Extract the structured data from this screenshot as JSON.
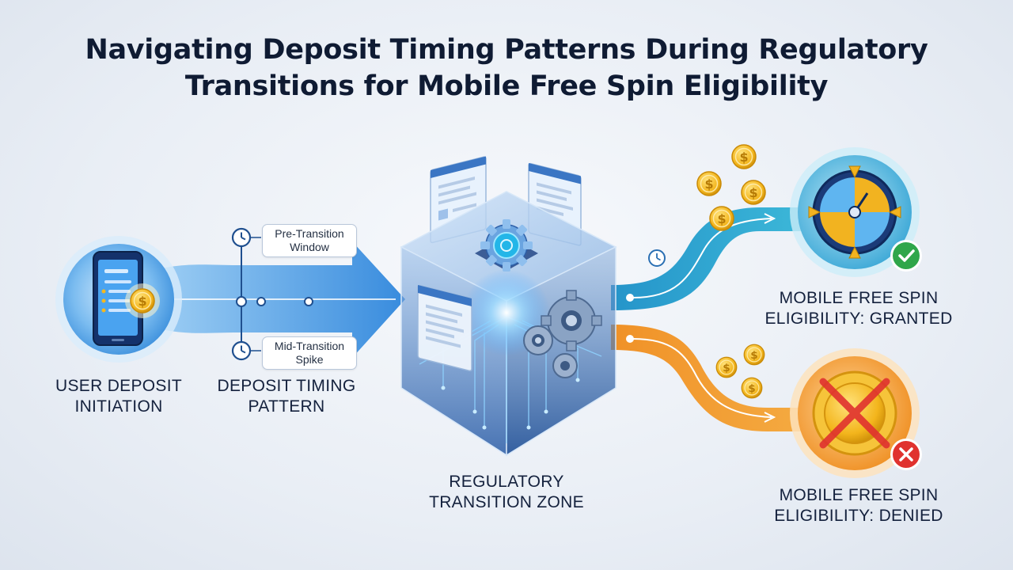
{
  "title": {
    "line1": "Navigating Deposit Timing Patterns During Regulatory",
    "line2": "Transitions for Mobile Free Spin Eligibility"
  },
  "nodes": {
    "user_deposit": {
      "line1": "USER DEPOSIT",
      "line2": "INITIATION"
    },
    "timing_pattern": {
      "line1": "DEPOSIT TIMING",
      "line2": "PATTERN"
    },
    "regulatory_zone": {
      "line1": "REGULATORY",
      "line2": "TRANSITION ZONE"
    },
    "granted": {
      "line1": "MOBILE FREE SPIN",
      "line2": "ELIGIBILITY: GRANTED"
    },
    "denied": {
      "line1": "MOBILE FREE SPIN",
      "line2": "ELIGIBILITY: DENIED"
    }
  },
  "callouts": {
    "pre_transition": {
      "line1": "Pre-Transition",
      "line2": "Window"
    },
    "mid_transition": {
      "line1": "Mid-Transition",
      "line2": "Spike"
    }
  },
  "icons": {
    "coin": "dollar-coin-icon",
    "clock": "clock-icon",
    "gear": "gear-icon",
    "check": "check-icon",
    "cross": "x-icon",
    "phone": "smartphone-icon",
    "wheel": "spin-wheel-icon"
  },
  "colors": {
    "primary_blue": "#2f8fe0",
    "granted_teal": "#22a6c9",
    "denied_orange": "#ef9322",
    "success_green": "#2fa64a",
    "danger_red": "#e0322f",
    "coin_gold": "#f4b820",
    "title": "#0f1b33"
  }
}
